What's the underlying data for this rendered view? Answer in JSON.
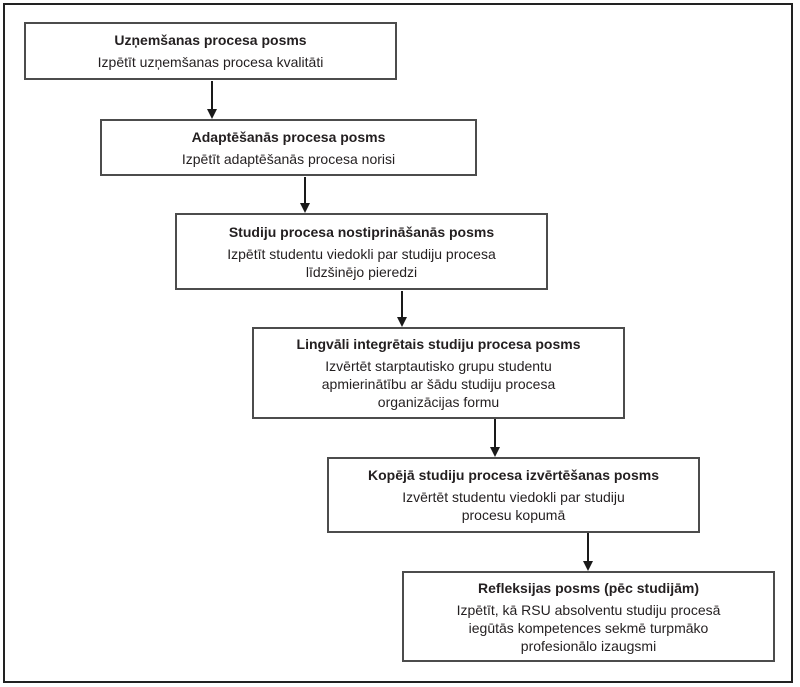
{
  "diagram": {
    "title": "Study process stages flowchart",
    "language": "lv",
    "colors": {
      "box_border": "#4c4c4c",
      "outer_border": "#222222",
      "text": "#231f20",
      "background": "#ffffff",
      "arrow": "#1a1a1a"
    },
    "steps": [
      {
        "title": "Uzņemšanas procesa posms",
        "description": "Izpētīt uzņemšanas procesa kvalitāti"
      },
      {
        "title": "Adaptēšanās procesa posms",
        "description": "Izpētīt adaptēšanās procesa norisi"
      },
      {
        "title": "Studiju procesa nostiprināšanās posms",
        "description": "Izpētīt studentu viedokli par studiju procesa\nlīdzšinējo pieredzi"
      },
      {
        "title": "Lingvāli integrētais studiju procesa posms",
        "description": "Izvērtēt starptautisko grupu studentu\napmierinātību ar šādu studiju procesa\norganizācijas formu"
      },
      {
        "title": "Kopējā studiju procesa izvērtēšanas posms",
        "description": "Izvērtēt studentu viedokli par studiju\nprocesu kopumā"
      },
      {
        "title": "Refleksijas posms (pēc studijām)",
        "description": "Izpētīt, kā RSU absolventu studiju procesā\niegūtās kompetences sekmē turpmāko\nprofesionālo izaugsmi"
      }
    ]
  }
}
